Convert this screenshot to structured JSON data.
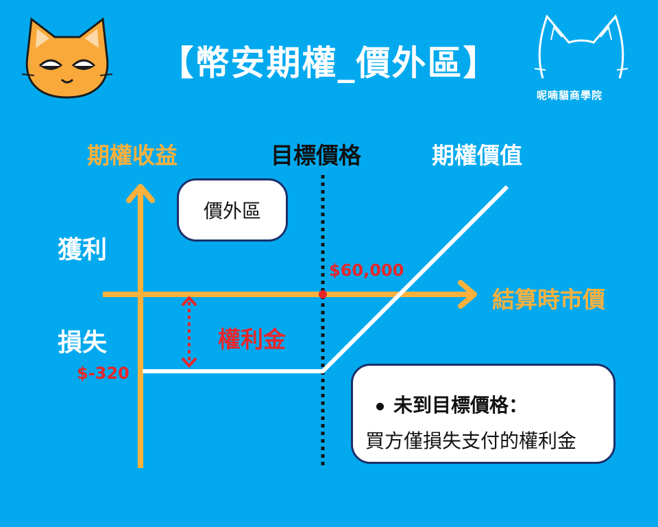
{
  "title": "【幣安期權_價外區】",
  "brand": {
    "name": "呢喃貓商學院"
  },
  "labels": {
    "y_axis": "期權收益",
    "strike": "目標價格",
    "option_value": "期權價值",
    "profit": "獲利",
    "loss": "損失",
    "x_axis": "結算時市價",
    "strike_value": "$60,000",
    "premium": "權利金",
    "loss_value": "$-320"
  },
  "zone_box": {
    "text": "價外區"
  },
  "note": {
    "heading": "未到目標價格：",
    "body": "買方僅損失支付的權利金"
  },
  "colors": {
    "background": "#03a9ee",
    "axis": "#fdb13d",
    "payoff_line": "#ffffff",
    "highlight": "#e8262a",
    "strike_line": "#111111",
    "box_border": "#1b2f6b"
  }
}
